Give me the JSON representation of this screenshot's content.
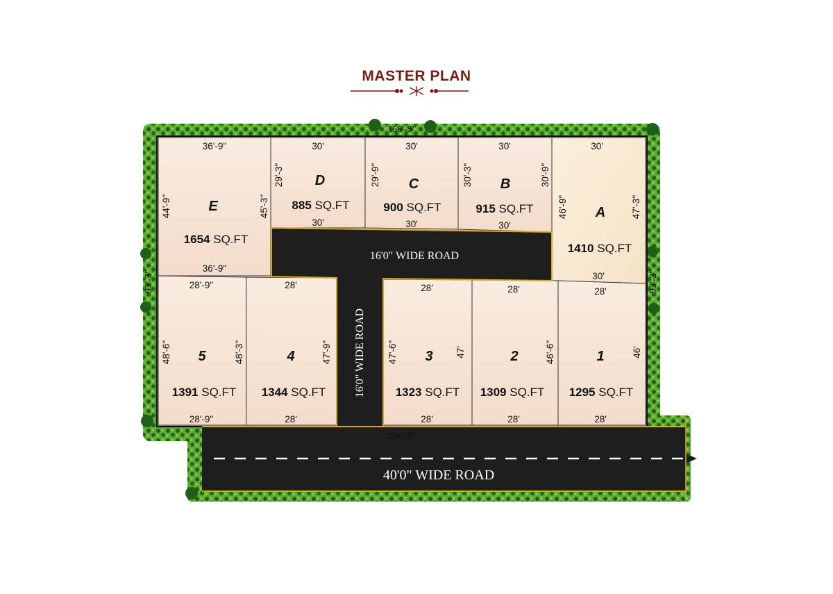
{
  "title": "MASTER PLAN",
  "overall": {
    "top_width": "156'-9\"",
    "bottom_width": "156'-9\"",
    "left_depth": "93'-3\"",
    "right_depth": "93'-3\""
  },
  "roads": {
    "inner_horizontal": "16'0\" WIDE ROAD",
    "inner_vertical": "16'0\" WIDE ROAD",
    "main": "40'0\" WIDE ROAD"
  },
  "plots": {
    "E": {
      "id": "E",
      "area_num": "1654",
      "area_unit": "SQ.FT",
      "top": "36'-9\"",
      "bottom": "36'-9\"",
      "left": "44'-9\"",
      "right": "45'-3\""
    },
    "D": {
      "id": "D",
      "area_num": "885",
      "area_unit": "SQ.FT",
      "top": "30'",
      "bottom": "30'",
      "left": "29'-3\""
    },
    "C": {
      "id": "C",
      "area_num": "900",
      "area_unit": "SQ.FT",
      "top": "30'",
      "bottom": "30'",
      "left": "29'-9\""
    },
    "B": {
      "id": "B",
      "area_num": "915",
      "area_unit": "SQ.FT",
      "top": "30'",
      "bottom": "30'",
      "left": "30'-3\"",
      "right": "30'-9\""
    },
    "A": {
      "id": "A",
      "area_num": "1410",
      "area_unit": "SQ.FT",
      "top": "30'",
      "bottom": "30'",
      "left": "46'-9\"",
      "right": "47'-3\""
    },
    "5": {
      "id": "5",
      "area_num": "1391",
      "area_unit": "SQ.FT",
      "top": "28'-9\"",
      "bottom": "28'-9\"",
      "left": "48'-6\"",
      "right": "48'-3\""
    },
    "4": {
      "id": "4",
      "area_num": "1344",
      "area_unit": "SQ.FT",
      "top": "28'",
      "bottom": "28'",
      "right": "47'-9\""
    },
    "3": {
      "id": "3",
      "area_num": "1323",
      "area_unit": "SQ.FT",
      "top": "28'",
      "bottom": "28'",
      "left": "47'-6\"",
      "right": "47'"
    },
    "2": {
      "id": "2",
      "area_num": "1309",
      "area_unit": "SQ.FT",
      "top": "28'",
      "bottom": "28'",
      "right": "46'-6\""
    },
    "1": {
      "id": "1",
      "area_num": "1295",
      "area_unit": "SQ.FT",
      "top": "28'",
      "bottom": "28'",
      "right": "46'"
    }
  },
  "colors": {
    "plot_fill": "#f7e6d7",
    "plot_a_fill": "#f9ebd4",
    "road": "#1e1e1e",
    "road_edge": "#d8a820",
    "hedge": "#5aa82e",
    "title": "#7a1b12"
  }
}
